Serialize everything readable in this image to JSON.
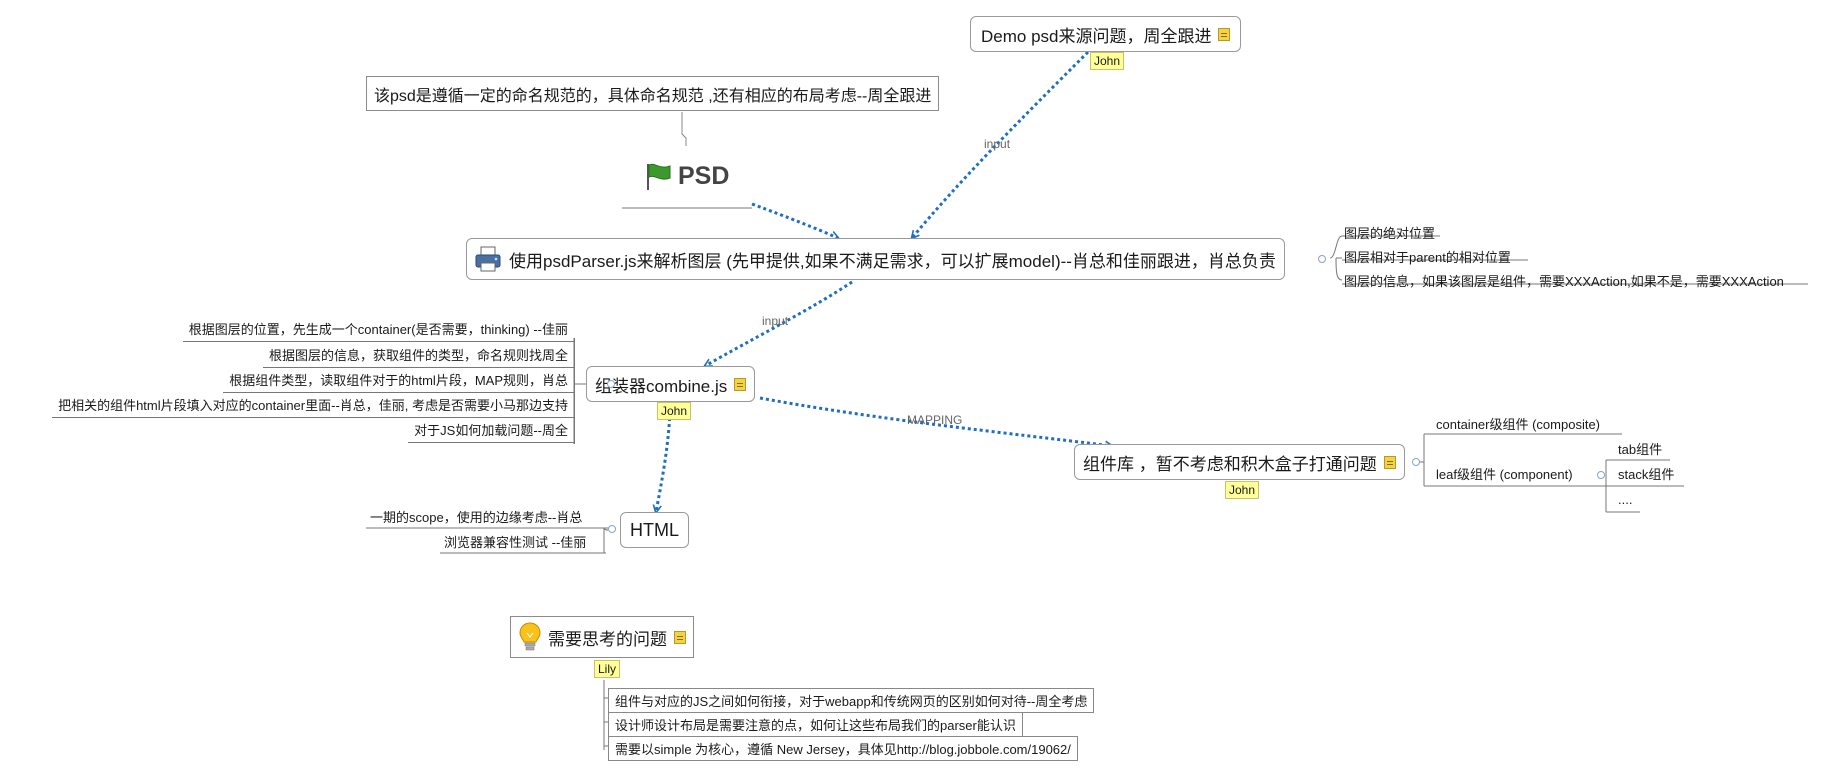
{
  "nodes": {
    "demo": {
      "label": "Demo psd来源问题，周全跟进",
      "tag": "John"
    },
    "psd_note": {
      "label": "该psd是遵循一定的命名规范的，具体命名规范 ,还有相应的布局考虑--周全跟进"
    },
    "psd": {
      "label": "PSD"
    },
    "parser": {
      "label": "使用psdParser.js来解析图层 (先甲提供,如果不满足需求，可以扩展model)--肖总和佳丽跟进，肖总负责"
    },
    "combine": {
      "label": "组装器combine.js",
      "tag": "John"
    },
    "component_lib": {
      "label": "组件库 ，暂不考虑和积木盒子打通问题",
      "tag": "John"
    },
    "html": {
      "label": "HTML"
    },
    "questions": {
      "label": "需要思考的问题",
      "tag": "Lily"
    }
  },
  "parser_children": [
    "图层的绝对位置",
    "图层相对于parent的相对位置",
    "图层的信息，如果该图层是组件，需要XXXAction,如果不是，需要XXXAction"
  ],
  "combine_children": [
    "根据图层的位置，先生成一个container(是否需要，thinking) --佳丽",
    "根据图层的信息，获取组件的类型，命名规则找周全",
    "根据组件类型，读取组件对于的html片段，MAP规则，肖总",
    "把相关的组件html片段填入对应的container里面--肖总，佳丽, 考虑是否需要小马那边支持",
    "对于JS如何加载问题--周全"
  ],
  "component_children": {
    "container": "container级组件 (composite)",
    "leaf": "leaf级组件 (component)",
    "leaf_children": [
      "tab组件",
      "stack组件",
      "...."
    ]
  },
  "html_children": [
    "一期的scope，使用的边缘考虑--肖总",
    "浏览器兼容性测试 --佳丽"
  ],
  "question_children": [
    "组件与对应的JS之间如何衔接，对于webapp和传统网页的区别如何对待--周全考虑",
    "设计师设计布局是需要注意的点，如何让这些布局我们的parser能认识",
    "需要以simple 为核心，遵循 New Jersey，具体见http://blog.jobbole.com/19062/"
  ],
  "edges": {
    "input_1": "input",
    "input_2": "input",
    "mapping": "MAPPING"
  },
  "colors": {
    "edge": "#1f6fc0",
    "border": "#9a9a9a",
    "tag_bg": "#ffff99"
  },
  "icons": {
    "psd": "green-flag-icon",
    "parser": "printer-icon",
    "questions": "lightbulb-icon",
    "notes": "note-icon"
  }
}
